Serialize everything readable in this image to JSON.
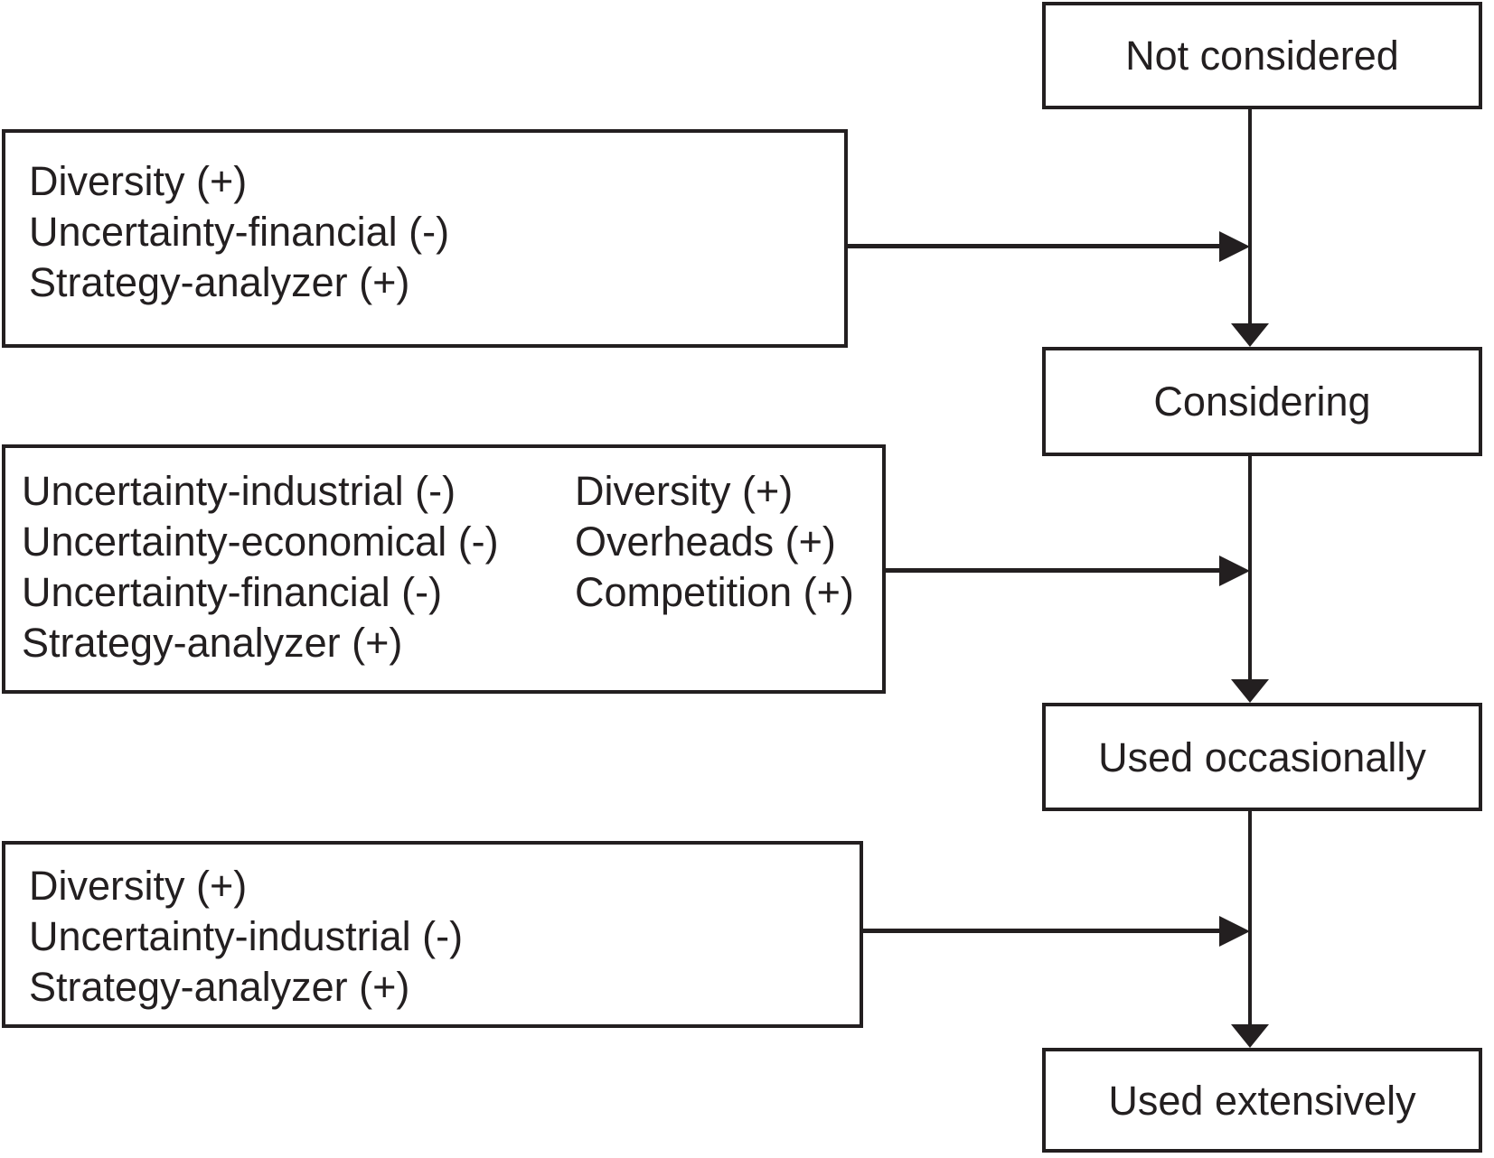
{
  "colors": {
    "ink": "#231f20",
    "background": "#ffffff"
  },
  "stages": [
    {
      "label": "Not considered"
    },
    {
      "label": "Considering"
    },
    {
      "label": "Used occasionally"
    },
    {
      "label": "Used extensively"
    }
  ],
  "factor_groups": [
    {
      "columns": [
        {
          "lines": [
            "Diversity (+)",
            "Uncertainty-financial (-)",
            "Strategy-analyzer (+)"
          ]
        }
      ]
    },
    {
      "columns": [
        {
          "lines": [
            "Uncertainty-industrial (-)",
            "Uncertainty-economical (-)",
            "Uncertainty-financial (-)",
            "Strategy-analyzer (+)"
          ]
        },
        {
          "lines": [
            "Diversity (+)",
            "Overheads (+)",
            "Competition (+)"
          ]
        }
      ]
    },
    {
      "columns": [
        {
          "lines": [
            "Diversity (+)",
            "Uncertainty-industrial (-)",
            "Strategy-analyzer (+)"
          ]
        }
      ]
    }
  ]
}
